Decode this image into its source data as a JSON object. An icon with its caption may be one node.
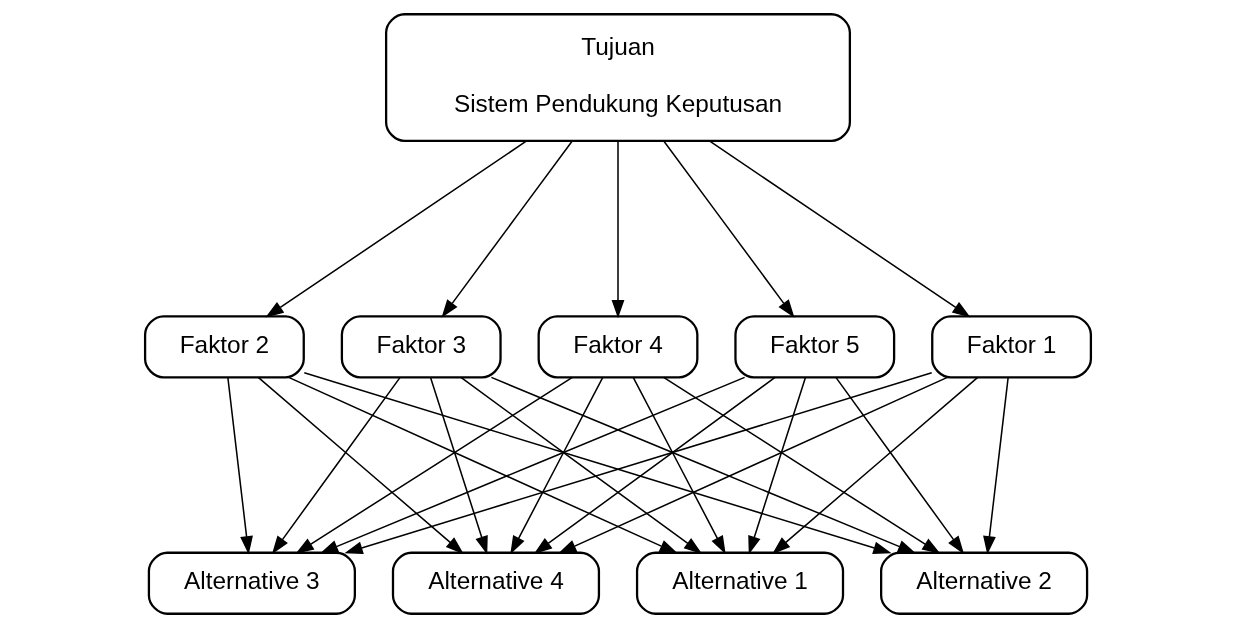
{
  "diagram": {
    "nodes": [
      {
        "text": [
          "Tujuan",
          "Sistem Pendukung Keputusan"
        ]
      },
      {
        "text": [
          "Faktor 1"
        ]
      },
      {
        "text": [
          "Faktor 2"
        ]
      },
      {
        "text": [
          "Faktor 3"
        ]
      },
      {
        "text": [
          "Faktor 4"
        ]
      },
      {
        "text": [
          "Faktor 5"
        ]
      },
      {
        "text": [
          "Alternative 1"
        ]
      },
      {
        "text": [
          "Alternative 2"
        ]
      },
      {
        "text": [
          "Alternative 3"
        ]
      },
      {
        "text": [
          "Alternative 4"
        ]
      }
    ],
    "edges": [
      {
        "from": 0,
        "to": 1,
        "arrow": "to"
      },
      {
        "from": 0,
        "to": 2,
        "arrow": "to"
      },
      {
        "from": 0,
        "to": 3,
        "arrow": "to"
      },
      {
        "from": 0,
        "to": 4,
        "arrow": "to"
      },
      {
        "from": 0,
        "to": 5,
        "arrow": "to"
      },
      {
        "from": 1,
        "to": 6,
        "arrow": "to"
      },
      {
        "from": 1,
        "to": 7,
        "arrow": "to"
      },
      {
        "from": 1,
        "to": 8,
        "arrow": "to"
      },
      {
        "from": 1,
        "to": 9,
        "arrow": "to"
      },
      {
        "from": 2,
        "to": 6,
        "arrow": "to"
      },
      {
        "from": 2,
        "to": 7,
        "arrow": "to"
      },
      {
        "from": 2,
        "to": 8,
        "arrow": "to"
      },
      {
        "from": 2,
        "to": 9,
        "arrow": "to"
      },
      {
        "from": 3,
        "to": 6,
        "arrow": "to"
      },
      {
        "from": 3,
        "to": 7,
        "arrow": "to"
      },
      {
        "from": 3,
        "to": 8,
        "arrow": "to"
      },
      {
        "from": 3,
        "to": 9,
        "arrow": "to"
      },
      {
        "from": 4,
        "to": 6,
        "arrow": "to"
      },
      {
        "from": 4,
        "to": 7,
        "arrow": "to"
      },
      {
        "from": 4,
        "to": 8,
        "arrow": "to"
      },
      {
        "from": 4,
        "to": 9,
        "arrow": "to"
      },
      {
        "from": 5,
        "to": 6,
        "arrow": "to"
      },
      {
        "from": 5,
        "to": 7,
        "arrow": "to"
      },
      {
        "from": 5,
        "to": 8,
        "arrow": "to"
      },
      {
        "from": 5,
        "to": 9,
        "arrow": "to"
      }
    ]
  }
}
